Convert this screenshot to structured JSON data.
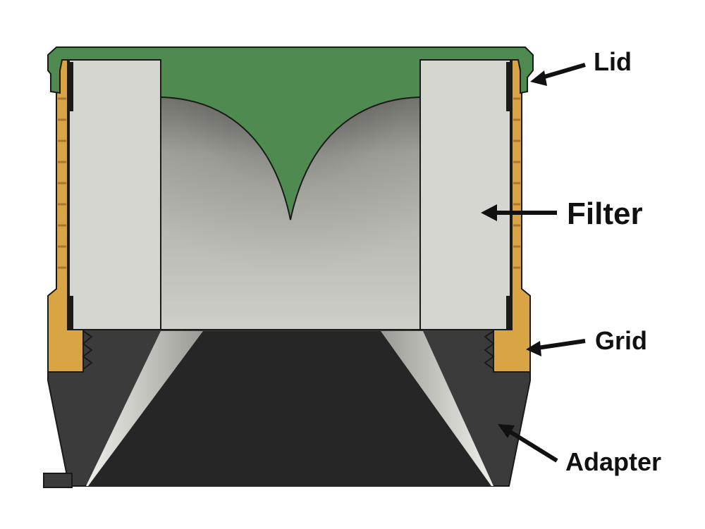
{
  "labels": {
    "lid": "Lid",
    "filter": "Filter",
    "grid": "Grid",
    "adapter": "Adapter"
  },
  "colors": {
    "lid": "#4f8a50",
    "lid_stroke": "#2d4a2e",
    "grid": "#d9a544",
    "grid_dark": "#a9772a",
    "filter": "#d6d6d0",
    "filter_edge": "#8f8f88",
    "adapter": "#3b3b3b",
    "adapter_dark": "#262626",
    "outline": "#1a1a1a",
    "arrow": "#111111"
  },
  "icons": {
    "callout_arrow": "arrow-left-icon"
  }
}
